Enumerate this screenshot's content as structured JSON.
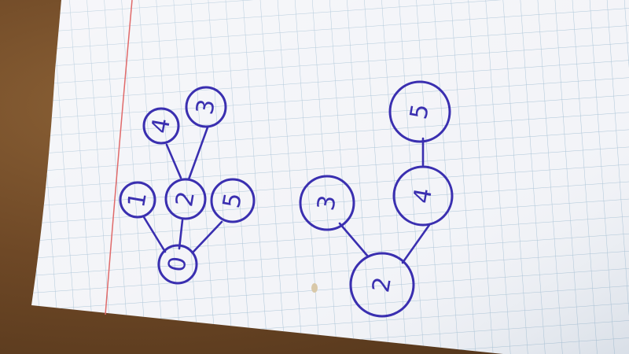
{
  "scene": {
    "colors": {
      "table": "#6e4826",
      "paper": "#f3f4f8",
      "grid": "#a9c3d6",
      "margin_line": "#e06a6a",
      "ink": "#3a2fb0"
    }
  },
  "trees": [
    {
      "name": "left-tree",
      "nodes": [
        {
          "id": "root",
          "label": "0"
        },
        {
          "id": "a",
          "label": "1"
        },
        {
          "id": "b",
          "label": "2"
        },
        {
          "id": "c",
          "label": "5"
        },
        {
          "id": "d",
          "label": "4"
        },
        {
          "id": "e",
          "label": "3"
        }
      ],
      "edges": [
        [
          "root",
          "a"
        ],
        [
          "root",
          "b"
        ],
        [
          "root",
          "c"
        ],
        [
          "b",
          "d"
        ],
        [
          "b",
          "e"
        ]
      ]
    },
    {
      "name": "right-tree",
      "nodes": [
        {
          "id": "root",
          "label": "2"
        },
        {
          "id": "a",
          "label": "3"
        },
        {
          "id": "b",
          "label": "4"
        },
        {
          "id": "c",
          "label": "5"
        }
      ],
      "edges": [
        [
          "root",
          "a"
        ],
        [
          "root",
          "b"
        ],
        [
          "b",
          "c"
        ]
      ]
    }
  ]
}
